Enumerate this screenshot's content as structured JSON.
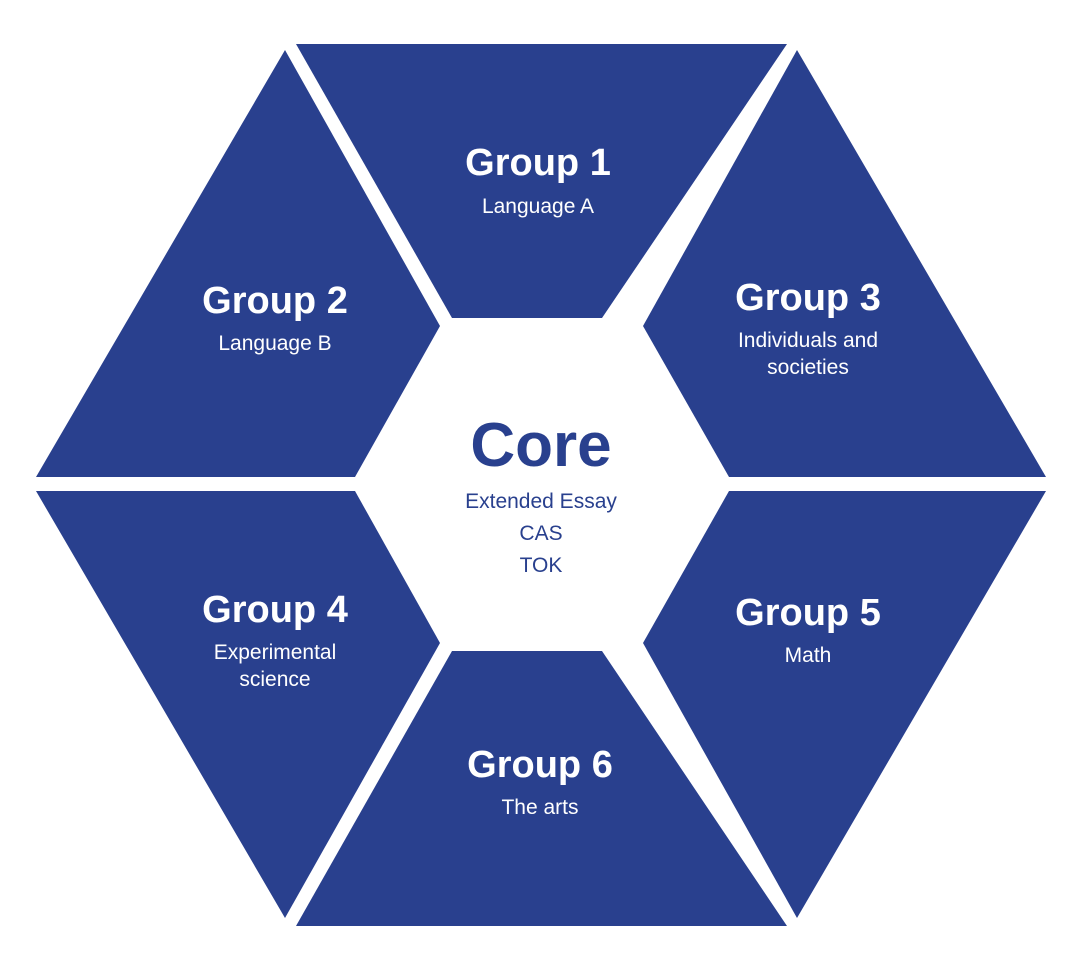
{
  "colors": {
    "segment_fill": "#29408E",
    "segment_text": "#FFFFFF",
    "core_text": "#29408E",
    "background": "#FFFFFF"
  },
  "core": {
    "title": "Core",
    "items": [
      "Extended Essay",
      "CAS",
      "TOK"
    ]
  },
  "groups": [
    {
      "title": "Group 1",
      "subtitle_lines": [
        "Language A"
      ]
    },
    {
      "title": "Group 2",
      "subtitle_lines": [
        "Language B"
      ]
    },
    {
      "title": "Group 3",
      "subtitle_lines": [
        "Individuals and",
        "societies"
      ]
    },
    {
      "title": "Group 4",
      "subtitle_lines": [
        "Experimental",
        "science"
      ]
    },
    {
      "title": "Group 5",
      "subtitle_lines": [
        "Math"
      ]
    },
    {
      "title": "Group 6",
      "subtitle_lines": [
        "The arts"
      ]
    }
  ]
}
